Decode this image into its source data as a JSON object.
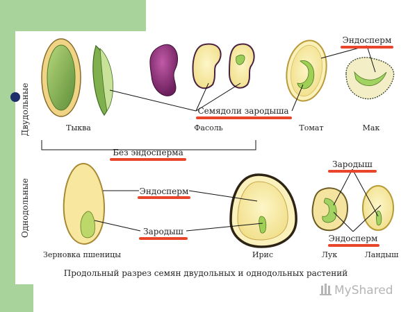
{
  "slide": {
    "group_labels": {
      "dicots": "Двудольные",
      "monocots": "Однодольные"
    },
    "seeds": {
      "pumpkin": "Тыква",
      "bean": "Фасоль",
      "tomato": "Томат",
      "poppy": "Мак",
      "wheat": "Зерновка пшеницы",
      "iris": "Ирис",
      "onion": "Лук",
      "lily": "Ландыш"
    },
    "callouts": {
      "endosperm_top": "Эндосперм",
      "cotyledons": "Семядоли зародыша",
      "no_endosperm": "Без эндосперма",
      "endosperm_mid": "Эндосперм",
      "embryo_mid": "Зародыш",
      "embryo_right": "Зародыш",
      "endosperm_right": "Эндосперм"
    },
    "caption": "Продольный разрез семян двудольных и однодольных растений",
    "colors": {
      "accent_underline": "#e8452a",
      "slide_green": "#a8d49c",
      "bullet": "#1d2f6b"
    }
  },
  "watermark": {
    "text": "MyShared"
  }
}
